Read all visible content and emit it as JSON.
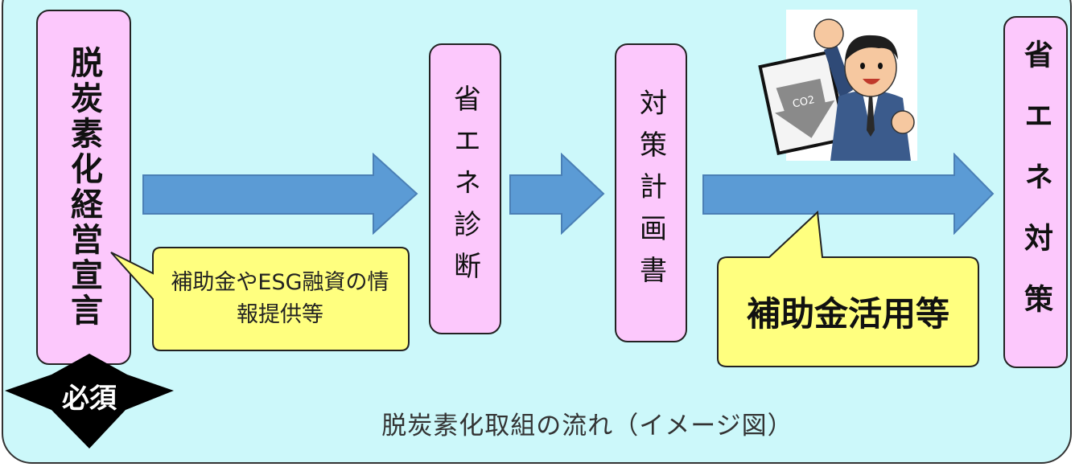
{
  "steps": {
    "declaration": "脱炭素化経営宣言",
    "diagnosis": "省エネ診断",
    "plan": "対策計画書",
    "measures": "省エネ対策"
  },
  "callouts": {
    "info": "補助金やESG融資の情報提供等",
    "subsidy": "補助金活用等"
  },
  "badge": {
    "label": "必須"
  },
  "caption": "脱炭素化取組の流れ（イメージ図）",
  "illustration": {
    "document_label": "CO2"
  },
  "colors": {
    "background": "#ccf8fa",
    "box": "#fcc8fc",
    "arrow": "#5b9bd5",
    "callout": "#ffff7f",
    "badge": "#000000"
  }
}
